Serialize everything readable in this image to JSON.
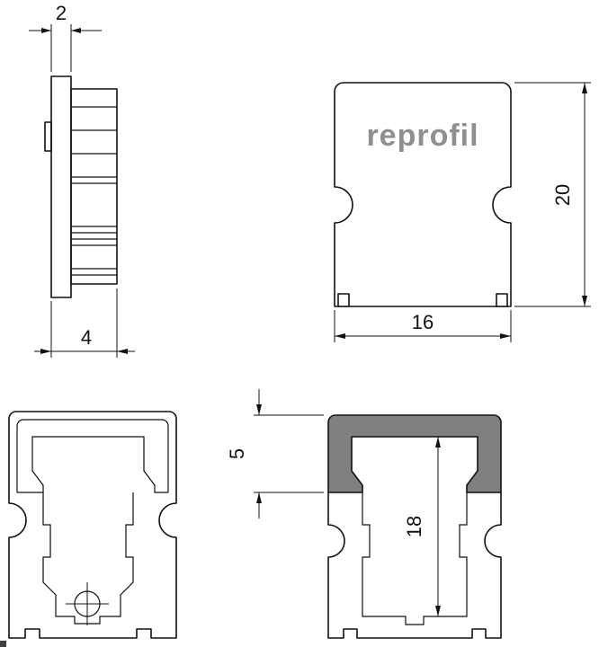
{
  "drawing": {
    "brand": "reprofil",
    "colors": {
      "line": "#111111",
      "logo_gray": "#8f8f8f",
      "section_fill": "#808080",
      "background": "#ffffff"
    },
    "views": {
      "side": {
        "dim_thickness": "2",
        "dim_depth": "4"
      },
      "front": {
        "logo": "reprofil",
        "dim_height": "20",
        "dim_width": "16"
      },
      "section": {
        "dim_cap": "5",
        "dim_inner": "18"
      }
    }
  }
}
